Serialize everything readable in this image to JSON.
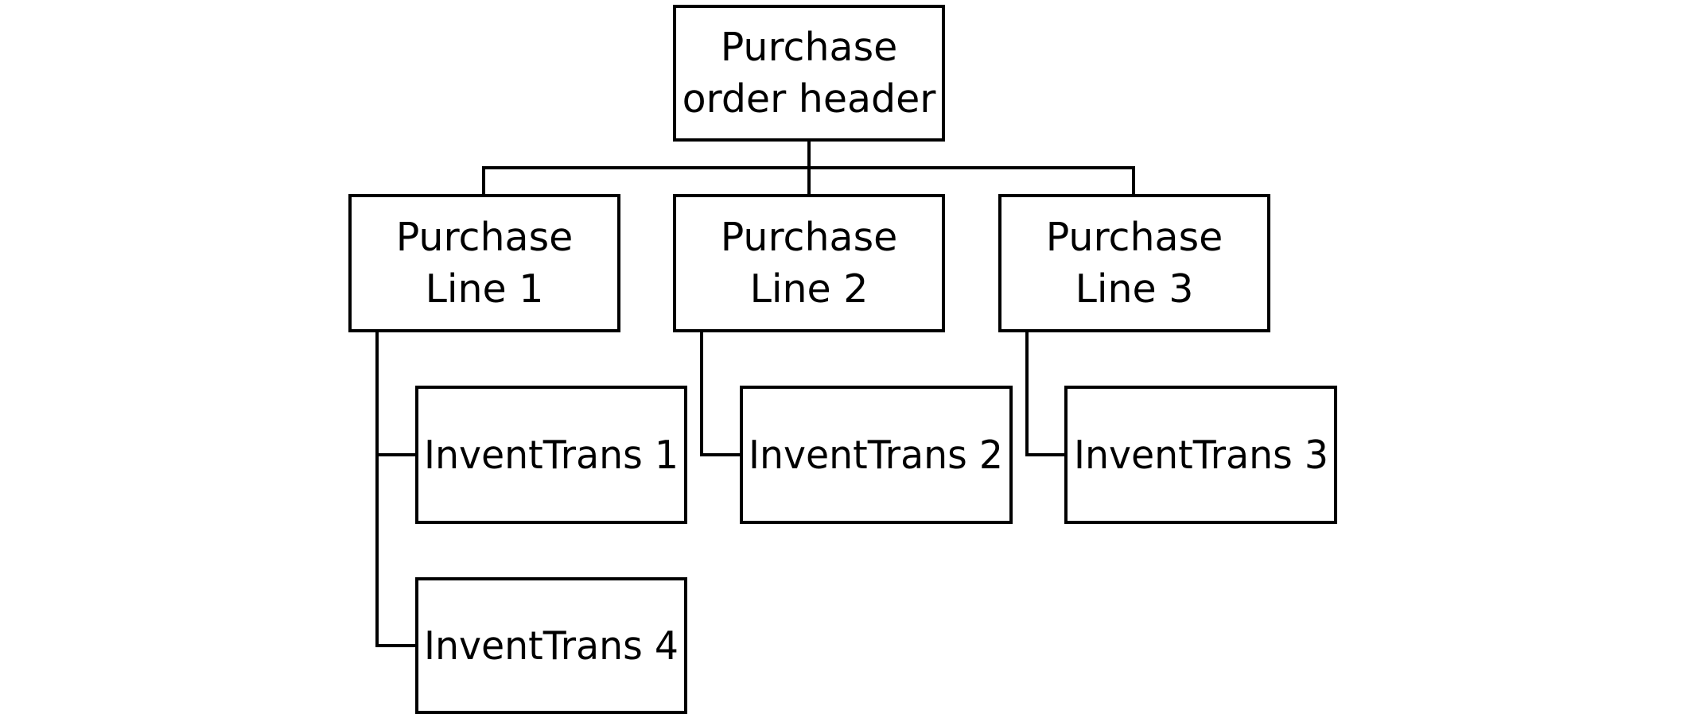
{
  "diagram": {
    "root": {
      "line1": "Purchase",
      "line2": "order header"
    },
    "purchase_lines": [
      {
        "line1": "Purchase",
        "line2": "Line 1"
      },
      {
        "line1": "Purchase",
        "line2": "Line 2"
      },
      {
        "line1": "Purchase",
        "line2": "Line 3"
      }
    ],
    "invent_trans": [
      {
        "label": "InventTrans 1"
      },
      {
        "label": "InventTrans 2"
      },
      {
        "label": "InventTrans 3"
      },
      {
        "label": "InventTrans 4"
      }
    ]
  }
}
